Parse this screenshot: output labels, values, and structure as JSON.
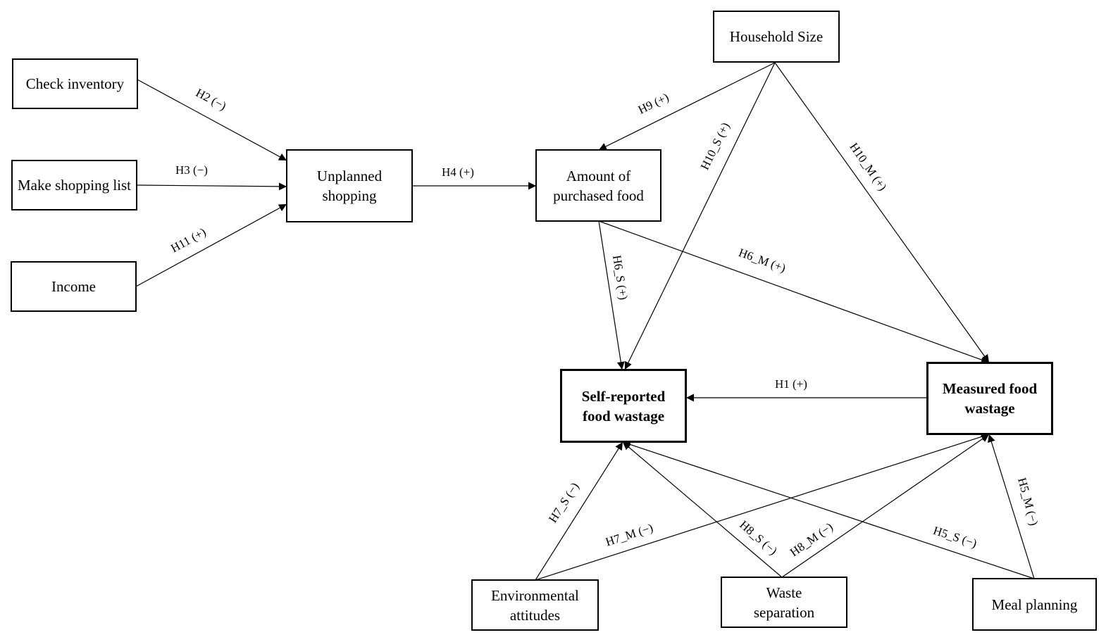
{
  "nodes": {
    "check_inventory": "Check inventory",
    "make_shopping_list": "Make shopping list",
    "income": "Income",
    "unplanned_shopping": "Unplanned shopping",
    "amount_purchased_food": "Amount of purchased food",
    "household_size": "Household Size",
    "self_reported_food_wastage": "Self-reported food wastage",
    "measured_food_wastage": "Measured food wastage",
    "environmental_attitudes": "Environmental attitudes",
    "waste_separation": "Waste separation",
    "meal_planning": "Meal planning"
  },
  "edges": {
    "h2": "H2 (−)",
    "h3": "H3 (−)",
    "h11": "H11 (+)",
    "h4": "H4 (+)",
    "h9": "H9 (+)",
    "h10_s": "H10_S (+)",
    "h10_m": "H10_M (+)",
    "h6_s": "H6_S (+)",
    "h6_m": "H6_M (+)",
    "h1": "H1 (+)",
    "h7_s": "H7_S (−)",
    "h7_m": "H7_M (−)",
    "h8_s": "H8_S (−)",
    "h8_m": "H8_M (−)",
    "h5_s": "H5_S (−)",
    "h5_m": "H5_M (−)"
  }
}
